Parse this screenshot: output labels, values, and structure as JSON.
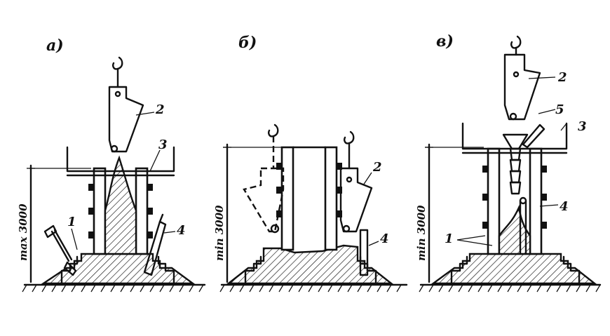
{
  "panels": [
    {
      "label": "а)",
      "dimension": "max 3000",
      "callouts": [
        "1",
        "2",
        "3",
        "4"
      ]
    },
    {
      "label": "б)",
      "dimension": "min 3000",
      "callouts": [
        "2",
        "4"
      ]
    },
    {
      "label": "в)",
      "dimension": "min 3000",
      "callouts": [
        "1",
        "2",
        "3",
        "4",
        "5"
      ]
    }
  ],
  "colors": {
    "ink": "#111111",
    "paper": "#ffffff"
  }
}
